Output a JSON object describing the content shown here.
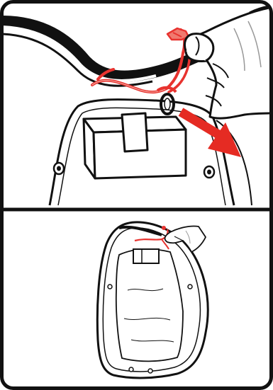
{
  "illustration": {
    "panels": [
      {
        "id": "closeup",
        "subject": "hand-pulling-red-cord-through-ring"
      },
      {
        "id": "overview",
        "subject": "hand-pulling-cord-on-full-bag"
      }
    ],
    "colors": {
      "outline": "#111111",
      "background": "#ffffff",
      "cord": "#e8332f",
      "cord_light": "#f07a6f",
      "arrow": "#e52b23",
      "skin_shade": "#cfcfcf"
    },
    "icons": [
      "hand-icon",
      "arrow-icon",
      "cord-icon",
      "ring-icon"
    ]
  }
}
